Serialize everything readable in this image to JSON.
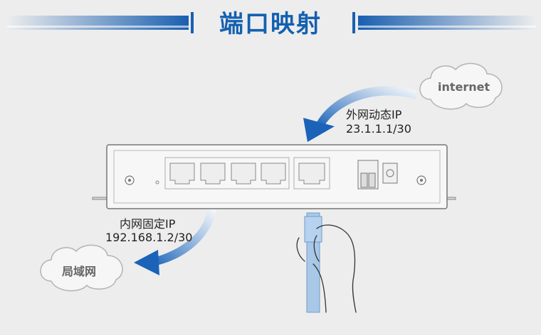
{
  "header": {
    "title": "端口映射"
  },
  "wan": {
    "label": "外网动态IP",
    "ip": "23.1.1.1/30"
  },
  "lan": {
    "label": "内网固定IP",
    "ip": "192.168.1.2/30"
  },
  "clouds": {
    "internet": "internet",
    "lan": "局域网"
  },
  "colors": {
    "accent": "#1a63b8",
    "background": "#ededed",
    "cable": "#a9c8e8"
  }
}
